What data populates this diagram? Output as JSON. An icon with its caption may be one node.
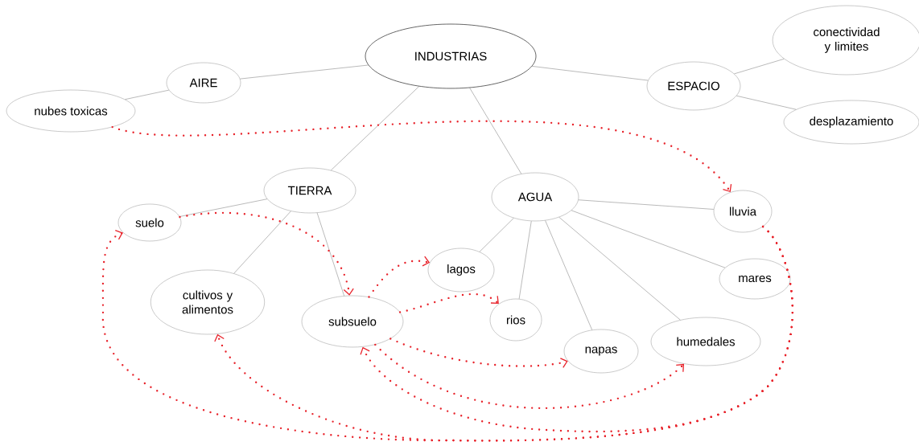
{
  "diagram": {
    "nodes": [
      {
        "text": [
          "INDUSTRIAS"
        ]
      },
      {
        "text": [
          "AIRE"
        ]
      },
      {
        "text": [
          "nubes toxicas"
        ]
      },
      {
        "text": [
          "ESPACIO"
        ]
      },
      {
        "text": [
          "conectividad y limites"
        ]
      },
      {
        "text": [
          "desplazamiento"
        ]
      },
      {
        "text": [
          "TIERRA"
        ]
      },
      {
        "text": [
          "AGUA"
        ]
      },
      {
        "text": [
          "suelo"
        ]
      },
      {
        "text": [
          "cultivos y alimentos"
        ]
      },
      {
        "text": [
          "subsuelo"
        ]
      },
      {
        "text": [
          "lagos"
        ]
      },
      {
        "text": [
          "rios"
        ]
      },
      {
        "text": [
          "napas"
        ]
      },
      {
        "text": [
          "lluvia"
        ]
      },
      {
        "text": [
          "mares"
        ]
      },
      {
        "text": [
          "humedales"
        ]
      }
    ],
    "edges": [
      {
        "from": 0,
        "to": 1,
        "arrow": "none"
      },
      {
        "from": 1,
        "to": 2,
        "arrow": "none"
      },
      {
        "from": 0,
        "to": 3,
        "arrow": "none"
      },
      {
        "from": 3,
        "to": 4,
        "arrow": "none"
      },
      {
        "from": 3,
        "to": 5,
        "arrow": "none"
      },
      {
        "from": 0,
        "to": 6,
        "arrow": "none"
      },
      {
        "from": 0,
        "to": 7,
        "arrow": "none"
      },
      {
        "from": 6,
        "to": 8,
        "arrow": "none"
      },
      {
        "from": 6,
        "to": 9,
        "arrow": "none"
      },
      {
        "from": 6,
        "to": 10,
        "arrow": "none"
      },
      {
        "from": 7,
        "to": 11,
        "arrow": "none"
      },
      {
        "from": 7,
        "to": 12,
        "arrow": "none"
      },
      {
        "from": 7,
        "to": 13,
        "arrow": "none"
      },
      {
        "from": 7,
        "to": 16,
        "arrow": "none"
      },
      {
        "from": 7,
        "to": 14,
        "arrow": "none"
      },
      {
        "from": 7,
        "to": 15,
        "arrow": "none"
      },
      {
        "from": 2,
        "to": 14,
        "arrow": "to",
        "style": "dashed",
        "color": "#e8232b"
      },
      {
        "from": 8,
        "to": 10,
        "arrow": "to",
        "style": "dashed",
        "color": "#e8232b"
      },
      {
        "from": 10,
        "to": 11,
        "arrow": "to",
        "style": "dashed",
        "color": "#e8232b"
      },
      {
        "from": 10,
        "to": 12,
        "arrow": "to",
        "style": "dashed",
        "color": "#e8232b"
      },
      {
        "from": 10,
        "to": 13,
        "arrow": "to",
        "style": "dashed",
        "color": "#e8232b"
      },
      {
        "from": 10,
        "to": 16,
        "arrow": "to",
        "style": "dashed",
        "color": "#e8232b"
      },
      {
        "from": 14,
        "to": 8,
        "arrow": "to",
        "style": "dashed",
        "color": "#e8232b"
      },
      {
        "from": 14,
        "to": 9,
        "arrow": "to",
        "style": "dashed",
        "color": "#e8232b"
      },
      {
        "from": 14,
        "to": 10,
        "arrow": "to",
        "style": "dashed",
        "color": "#e8232b"
      }
    ]
  }
}
